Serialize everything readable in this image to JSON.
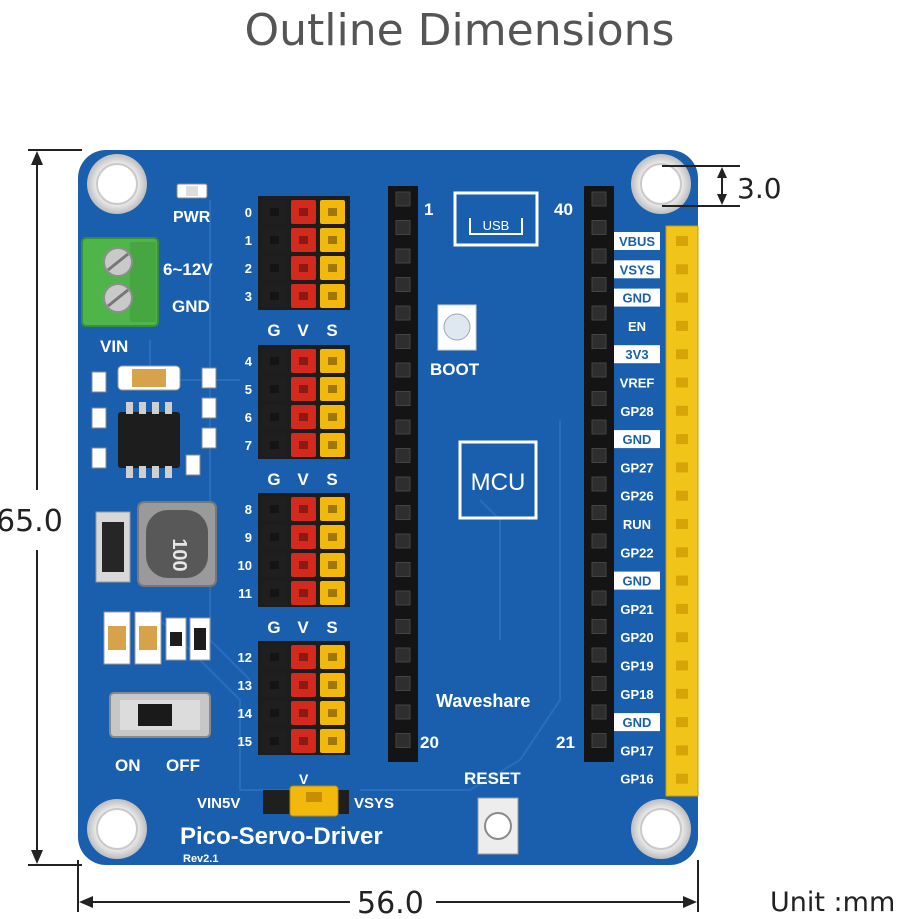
{
  "title": "Outline Dimensions",
  "unit": "Unit :mm",
  "dimensions": {
    "height": "65.0",
    "width": "56.0",
    "hole_offset": "3.0"
  },
  "board": {
    "name": "Pico-Servo-Driver",
    "revision": "Rev2.1",
    "brand": "Waveshare",
    "pwr_label": "PWR",
    "vin_range": "6~12V",
    "gnd_label": "GND",
    "vin_label": "VIN",
    "on_label": "ON",
    "off_label": "OFF",
    "vin5v_label": "VIN5V",
    "v_label": "V",
    "vsys_label": "VSYS",
    "boot_label": "BOOT",
    "reset_label": "RESET",
    "usb_label": "USB",
    "mcu_label": "MCU",
    "inductor_label": "100",
    "pico_pin_1": "1",
    "pico_pin_20": "20",
    "pico_pin_40": "40",
    "pico_pin_21": "21"
  },
  "servo_groups": [
    {
      "channels": [
        "0",
        "1",
        "2",
        "3"
      ],
      "footer": [
        "G",
        "V",
        "S"
      ]
    },
    {
      "channels": [
        "4",
        "5",
        "6",
        "7"
      ],
      "footer": [
        "G",
        "V",
        "S"
      ]
    },
    {
      "channels": [
        "8",
        "9",
        "10",
        "11"
      ],
      "footer": [
        "G",
        "V",
        "S"
      ]
    },
    {
      "channels": [
        "12",
        "13",
        "14",
        "15"
      ],
      "footer": []
    }
  ],
  "pin_labels": [
    {
      "text": "VBUS",
      "boxed": true
    },
    {
      "text": "VSYS",
      "boxed": true
    },
    {
      "text": "GND",
      "boxed": true
    },
    {
      "text": "EN",
      "boxed": false
    },
    {
      "text": "3V3",
      "boxed": true
    },
    {
      "text": "VREF",
      "boxed": false
    },
    {
      "text": "GP28",
      "boxed": false
    },
    {
      "text": "GND",
      "boxed": true
    },
    {
      "text": "GP27",
      "boxed": false
    },
    {
      "text": "GP26",
      "boxed": false
    },
    {
      "text": "RUN",
      "boxed": false
    },
    {
      "text": "GP22",
      "boxed": false
    },
    {
      "text": "GND",
      "boxed": true
    },
    {
      "text": "GP21",
      "boxed": false
    },
    {
      "text": "GP20",
      "boxed": false
    },
    {
      "text": "GP19",
      "boxed": false
    },
    {
      "text": "GP18",
      "boxed": false
    },
    {
      "text": "GND",
      "boxed": true
    },
    {
      "text": "GP17",
      "boxed": false
    },
    {
      "text": "GP16",
      "boxed": false
    }
  ],
  "colors": {
    "pcb": "#1a5fae",
    "pin_ground": "#1f1f1f",
    "pin_power": "#d42a1e",
    "pin_signal": "#f2b80c",
    "header_pin": "#f0c419",
    "terminal": "#4fb54a",
    "dimension_line": "#222222"
  }
}
